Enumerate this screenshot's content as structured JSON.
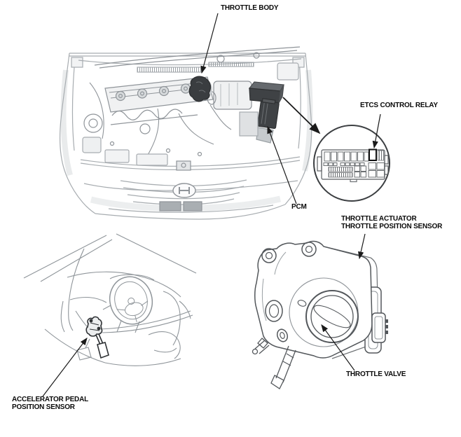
{
  "diagram": {
    "type": "component-location-diagram",
    "callouts": {
      "throttle_body": {
        "label": "THROTTLE BODY"
      },
      "etcs_control_relay": {
        "label": "ETCS CONTROL RELAY"
      },
      "pcm": {
        "label": "PCM"
      },
      "throttle_actuator": {
        "line1": "THROTTLE ACTUATOR",
        "line2": "THROTTLE POSITION SENSOR"
      },
      "throttle_valve": {
        "label": "THROTTLE VALVE"
      },
      "accelerator_pedal_position_sensor": {
        "line1": "ACCELERATOR PEDAL",
        "line2": "POSITION SENSOR"
      }
    },
    "illustrations": {
      "engine_bay": "engine compartment front view with throttle body, PCM and under-hood fuse/relay box highlighted",
      "relay_box_detail": "magnified circle of under-hood fuse/relay box with ETCS control relay outlined",
      "cabin": "driver footwell view with steering wheel and accelerator pedal position sensor",
      "throttle_body_detail": "throttle body assembly with throttle actuator and throttle valve"
    },
    "colors": {
      "background": "#ffffff",
      "label_text": "#0a0a0a",
      "callout_line": "#1a1a1a",
      "light_art": "#a7acb0",
      "medium_art": "#8f9499",
      "dark_art": "#53575b",
      "dark_component_fill": "#3d4044",
      "relay_highlight": "#111111"
    }
  }
}
